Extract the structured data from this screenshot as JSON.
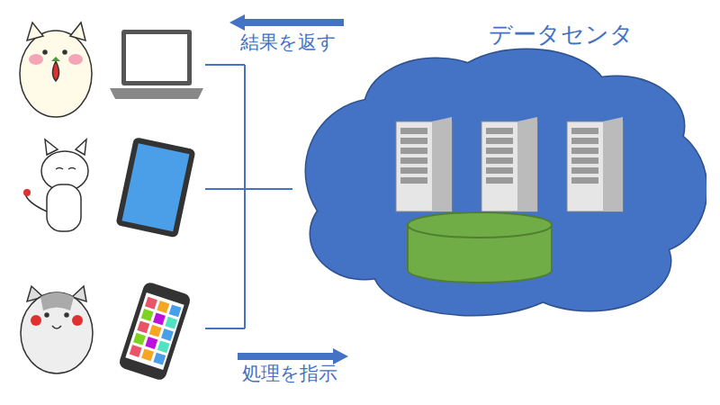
{
  "diagram": {
    "nodes": [
      {
        "text": [
          "データセンタ"
        ]
      }
    ],
    "labels": [
      "結果を返す",
      "処理を指示"
    ]
  }
}
